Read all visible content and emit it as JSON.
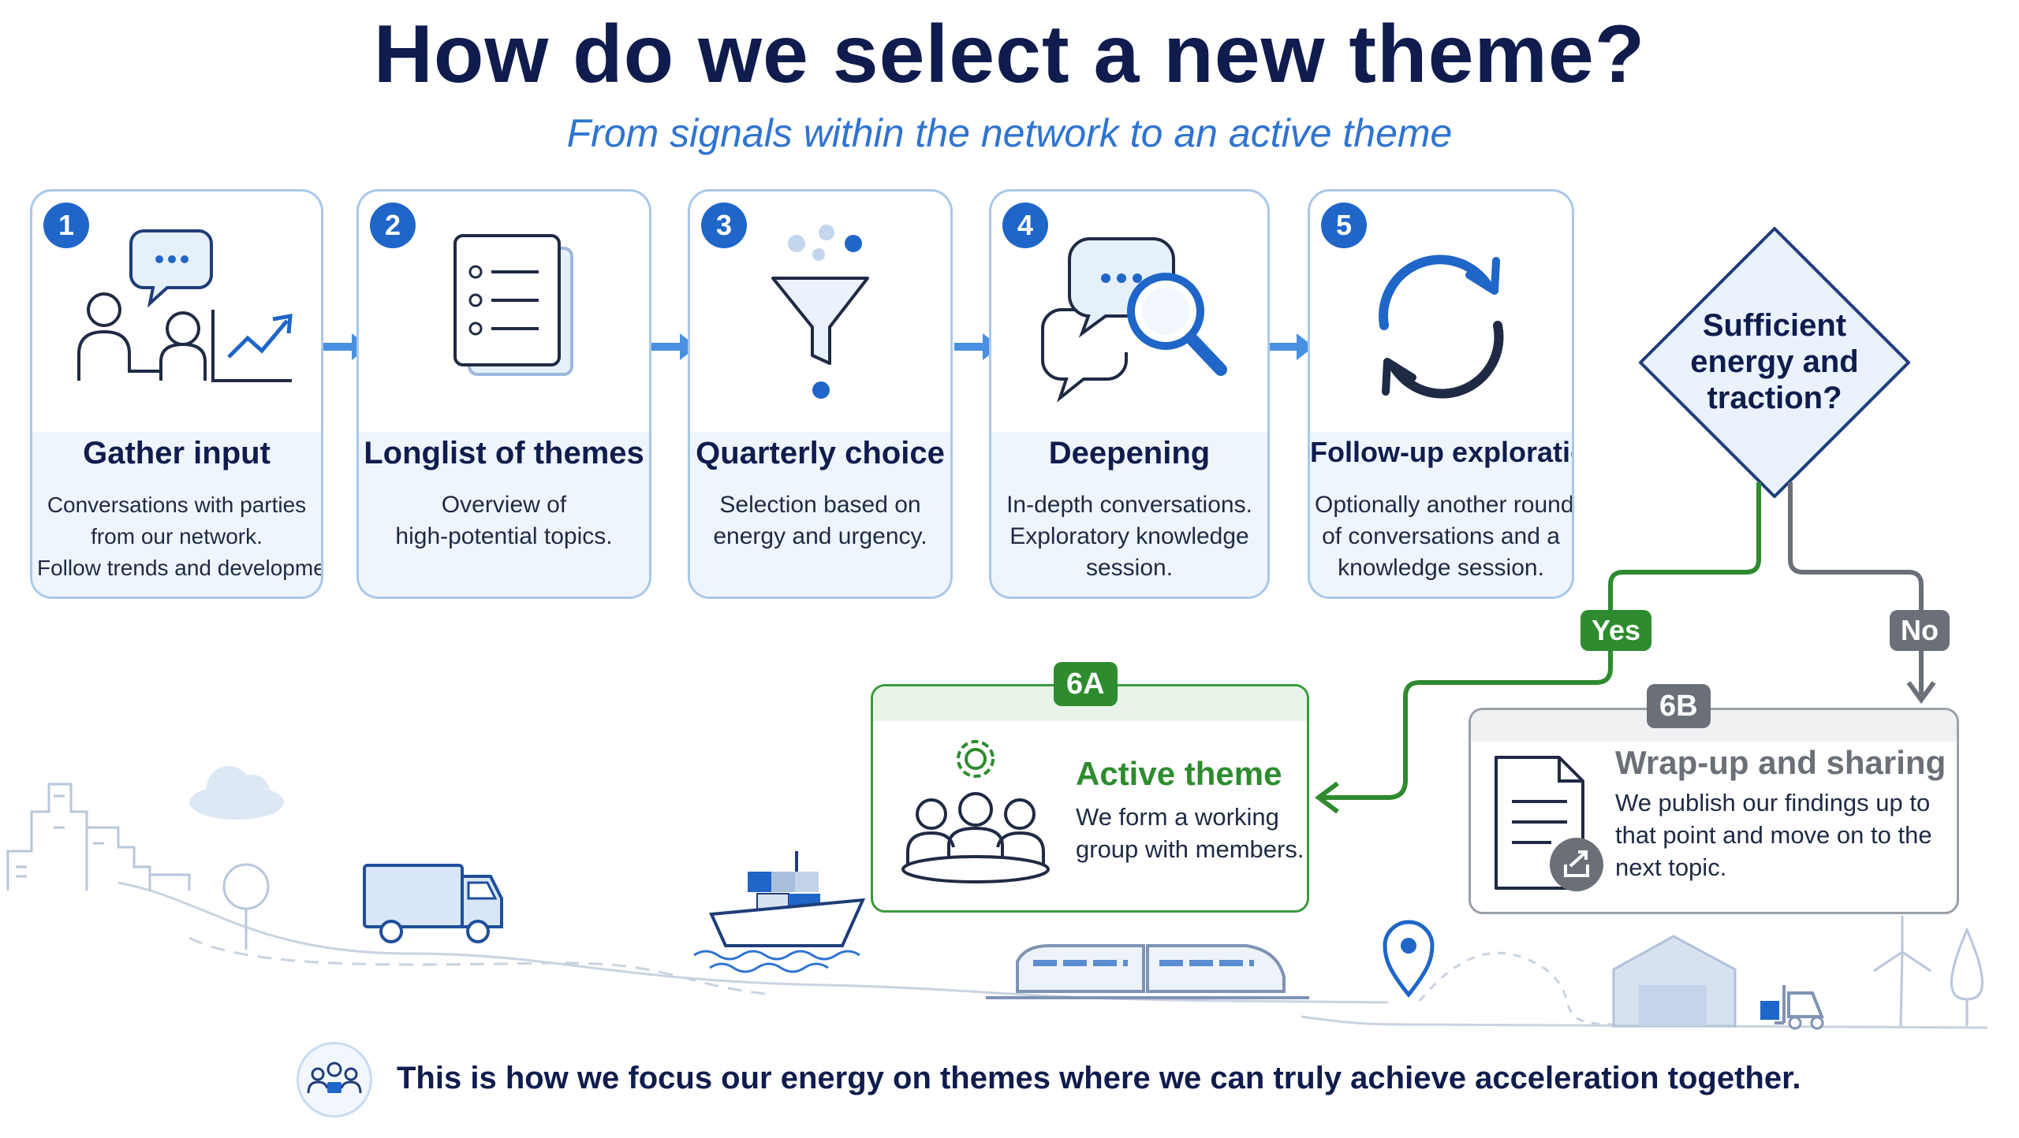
{
  "header": {
    "title": "How do we select a new theme?",
    "subtitle": "From signals within the network to an active theme"
  },
  "steps": [
    {
      "number": "1",
      "title": "Gather input",
      "lines": [
        "Conversations with parties",
        "from our network.",
        "Follow trends and developments."
      ],
      "icon": "conversation-chart-icon"
    },
    {
      "number": "2",
      "title": "Longlist of themes",
      "lines": [
        "Overview of",
        "high-potential topics."
      ],
      "icon": "document-list-icon"
    },
    {
      "number": "3",
      "title": "Quarterly choice",
      "lines": [
        "Selection based on",
        "energy and urgency."
      ],
      "icon": "funnel-icon"
    },
    {
      "number": "4",
      "title": "Deepening",
      "lines": [
        "In-depth conversations.",
        "Exploratory knowledge",
        "session."
      ],
      "icon": "chat-magnifier-icon"
    },
    {
      "number": "5",
      "title": "Follow-up exploration",
      "lines": [
        "Optionally another round",
        "of conversations and a",
        "knowledge session."
      ],
      "icon": "refresh-cycle-icon"
    }
  ],
  "decision": {
    "question_lines": [
      "Sufficient",
      "energy and",
      "traction?"
    ],
    "yes_label": "Yes",
    "no_label": "No"
  },
  "outcome_a": {
    "tag": "6A",
    "title": "Active theme",
    "lines": [
      "We form a working",
      "group with members."
    ],
    "icon": "team-gear-icon"
  },
  "outcome_b": {
    "tag": "6B",
    "title": "Wrap-up and sharing",
    "lines": [
      "We publish our findings up to",
      "that point and move on to the",
      "next topic."
    ],
    "icon": "document-share-icon"
  },
  "footer": {
    "text": "This is how we focus our energy on themes where we can truly achieve acceleration together.",
    "icon": "group-icon"
  },
  "colors": {
    "navy": "#0f1c4d",
    "blue": "#1f66c8",
    "light_blue_border": "#a9c8ea",
    "green": "#2e8b2e",
    "gray": "#6b7078"
  },
  "scenery_icons": [
    "city-skyline-icon",
    "cloud-icon",
    "tree-icon",
    "truck-icon",
    "cargo-ship-icon",
    "train-icon",
    "location-pin-icon",
    "warehouse-icon",
    "forklift-icon",
    "wind-turbine-icon"
  ]
}
